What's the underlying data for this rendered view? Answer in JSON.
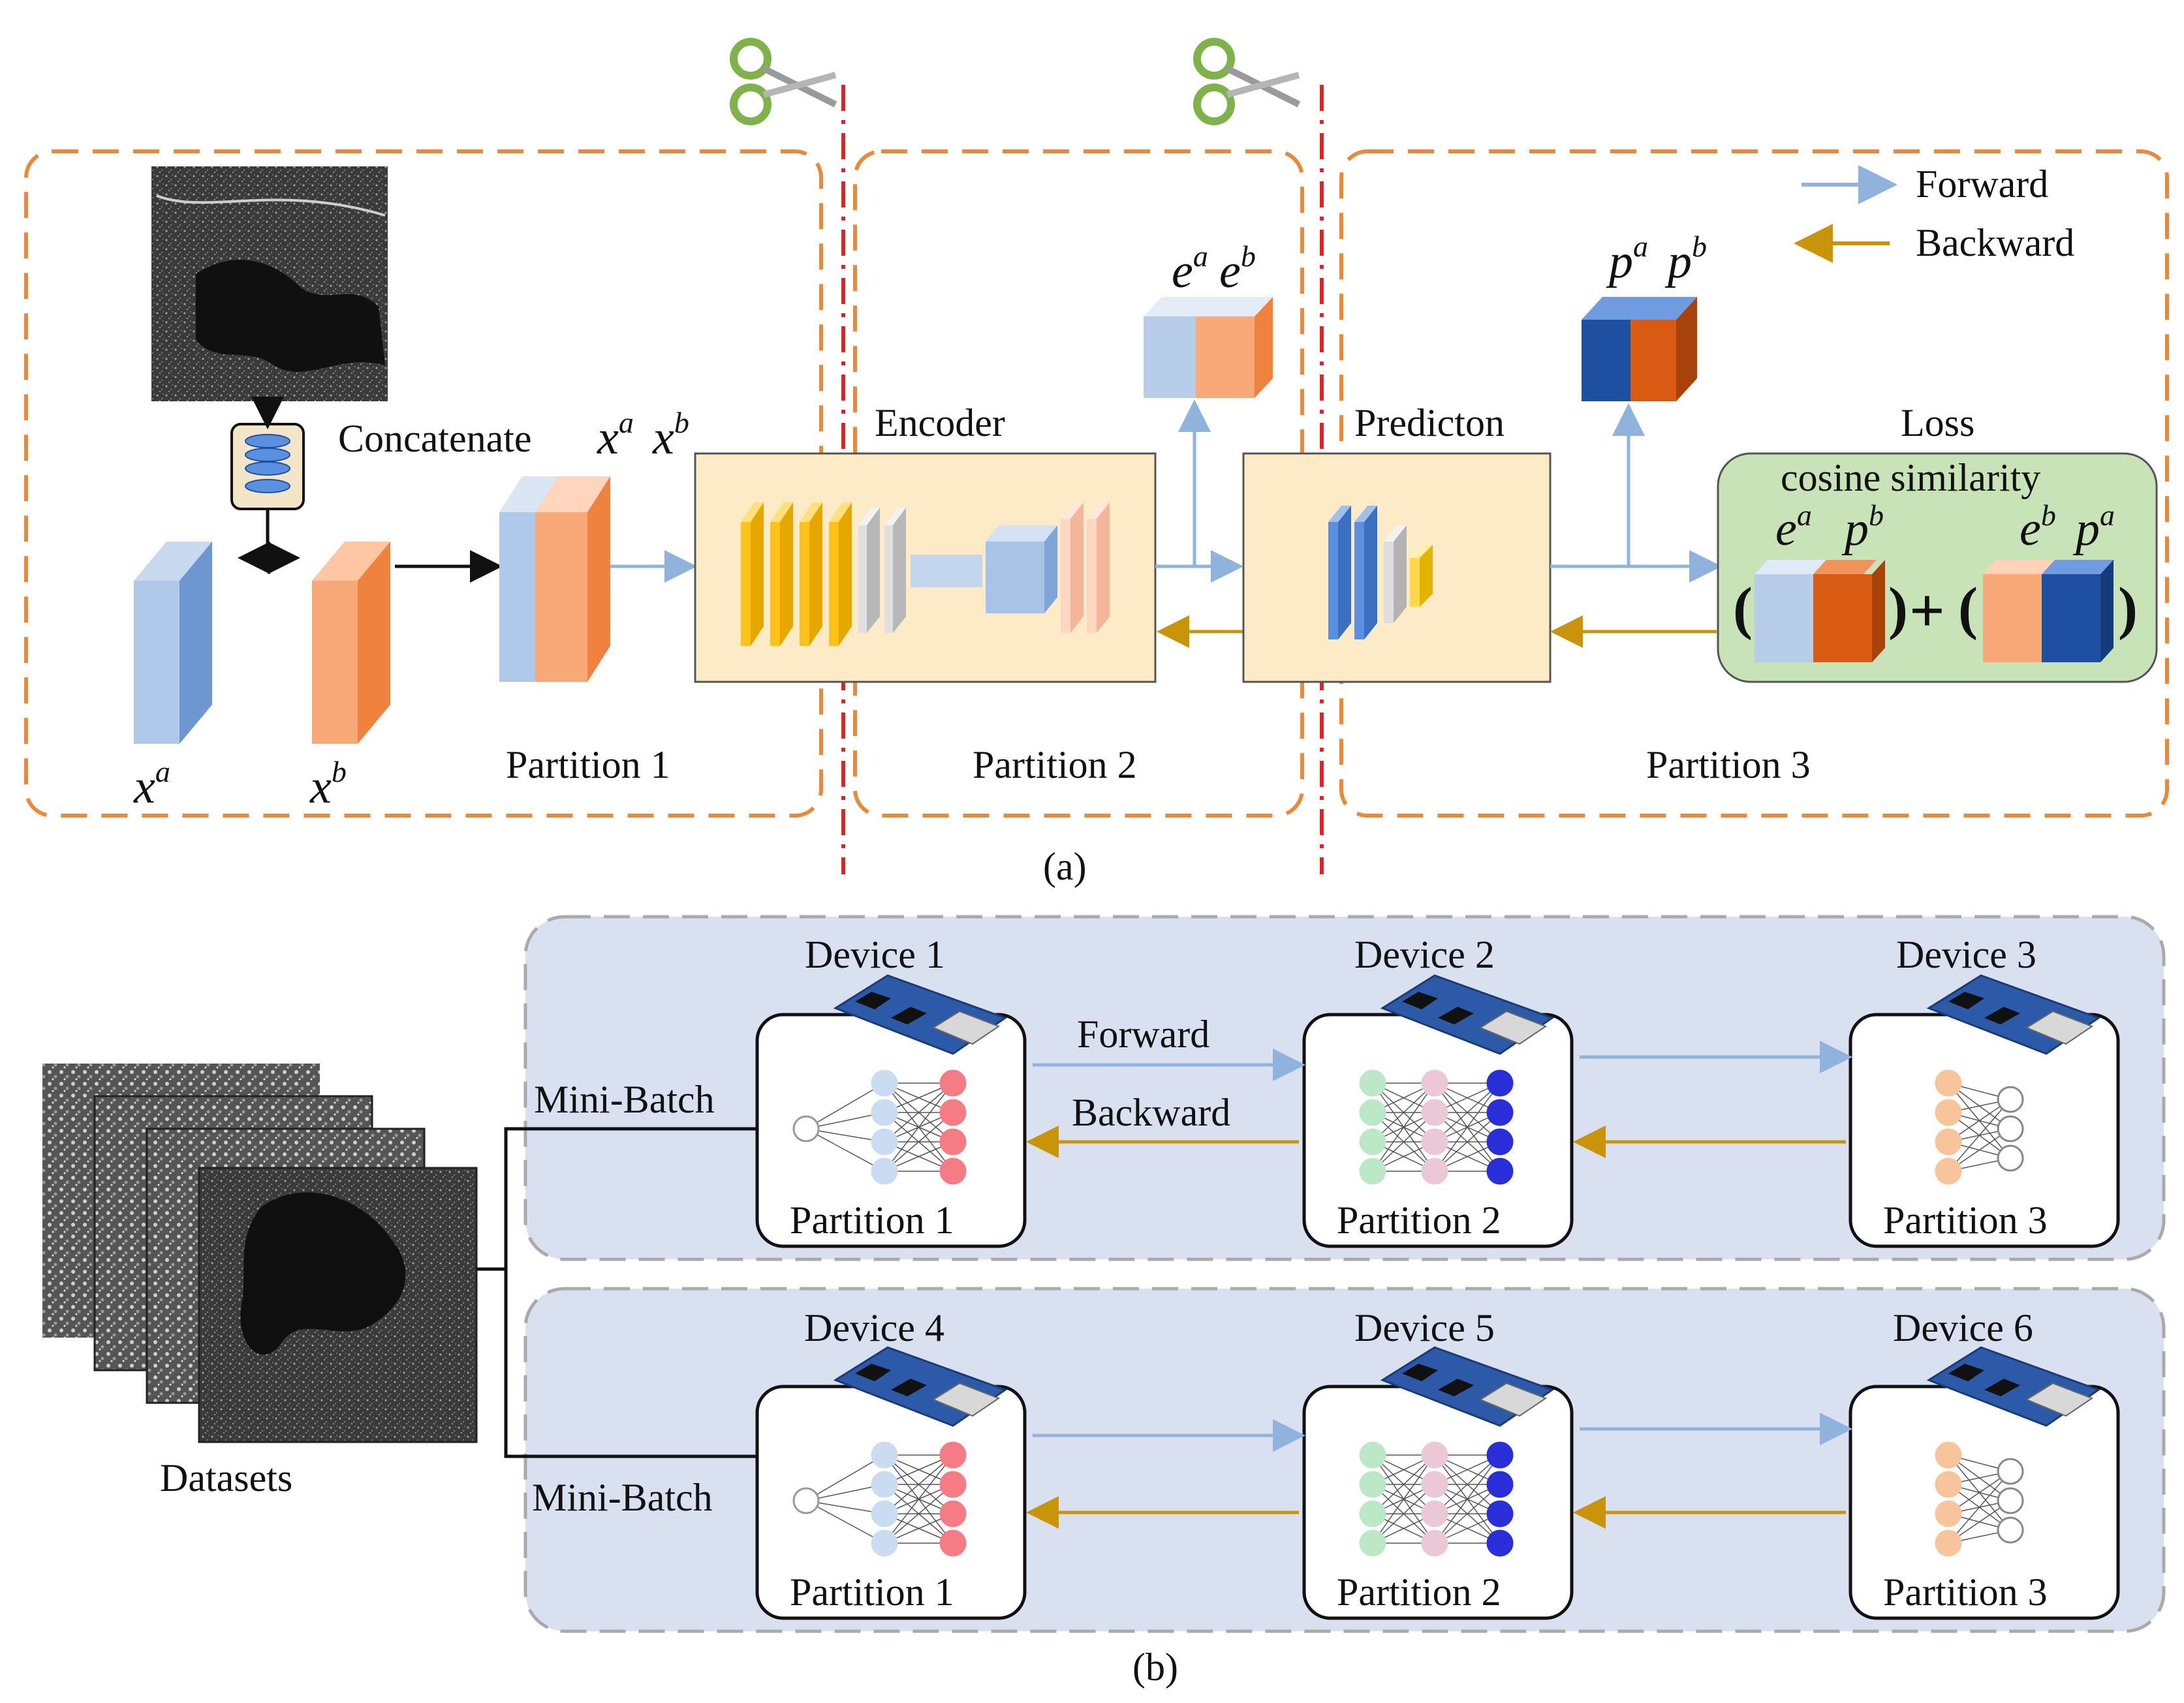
{
  "legend": {
    "forward": "Forward",
    "backward": "Backward"
  },
  "part_a": {
    "caption": "(a)",
    "concatenate": "Concatenate",
    "xa_base": "x",
    "xa_sup": "a",
    "xb_base": "x",
    "xb_sup": "b",
    "concat_a_base": "x",
    "concat_a_sup": "a",
    "concat_b_base": "x",
    "concat_b_sup": "b",
    "encoder": "Encoder",
    "prediction": "Predicton",
    "loss": "Loss",
    "cosine": "cosine similarity",
    "ea_base": "e",
    "ea_sup": "a",
    "eb_base": "e",
    "eb_sup": "b",
    "pa_base": "p",
    "pa_sup": "a",
    "pb_base": "p",
    "pb_sup": "b",
    "loss_e_a_base": "e",
    "loss_e_a_sup": "a",
    "loss_p_b_base": "p",
    "loss_p_b_sup": "b",
    "loss_e_b_base": "e",
    "loss_e_b_sup": "b",
    "loss_p_a_base": "p",
    "loss_p_a_sup": "a",
    "partitions": [
      "Partition 1",
      "Partition 2",
      "Partition 3"
    ]
  },
  "part_b": {
    "caption": "(b)",
    "datasets": "Datasets",
    "mini_batch": [
      "Mini-Batch",
      "Mini-Batch"
    ],
    "forward": "Forward",
    "backward": "Backward",
    "devices": [
      "Device 1",
      "Device 2",
      "Device 3",
      "Device 4",
      "Device 5",
      "Device 6"
    ],
    "partitions": [
      "Partition 1",
      "Partition 2",
      "Partition 3",
      "Partition 1",
      "Partition 2",
      "Partition 3"
    ]
  },
  "colors": {
    "forward": "#8fb3dd",
    "backward": "#c9940a",
    "partition_border": "#e8893c",
    "cut_line": "#d62828",
    "panel_bg": "#d9e1f1",
    "light_blue": "#b7cdea",
    "orange": "#f9a878",
    "dark_blue": "#1f4fa0",
    "dark_orange": "#d95a12",
    "loss_bg": "#c9e3b8"
  }
}
